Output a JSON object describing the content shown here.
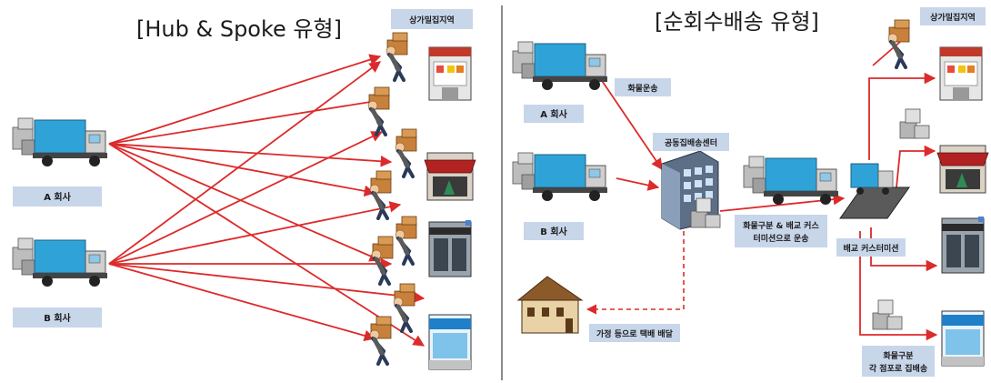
{
  "left_panel": {
    "title": "[Hub & Spoke 유형]",
    "region_label": "상가밀집지역",
    "company_a": "A 회사",
    "company_b": "B 회사"
  },
  "right_panel": {
    "title": "[순회수배송 유형]",
    "region_label": "상가밀집지역",
    "company_a": "A 회사",
    "company_b": "B 회사",
    "cargo_transport": "화물운송",
    "center": "공동집배송센터",
    "sort_transport_line1": "화물구분 & 배교 커스",
    "sort_transport_line2": "터미션으로 운송",
    "terminal": "배교 커스터미션",
    "home_delivery": "가정 등으로 택배 배달",
    "sort_store_line1": "화물구분",
    "sort_store_line2": "각 점포로 집배송"
  },
  "colors": {
    "arrow": "#dd2a2a",
    "label_box": "#c8d6ea",
    "truck_cab": "#2fa3d8",
    "divider": "#8a8a8a"
  },
  "icons": [
    "delivery-truck-icon",
    "courier-icon",
    "storefront-icon",
    "distribution-center-icon",
    "house-icon",
    "parcel-stack-icon",
    "loading-dock-icon"
  ]
}
